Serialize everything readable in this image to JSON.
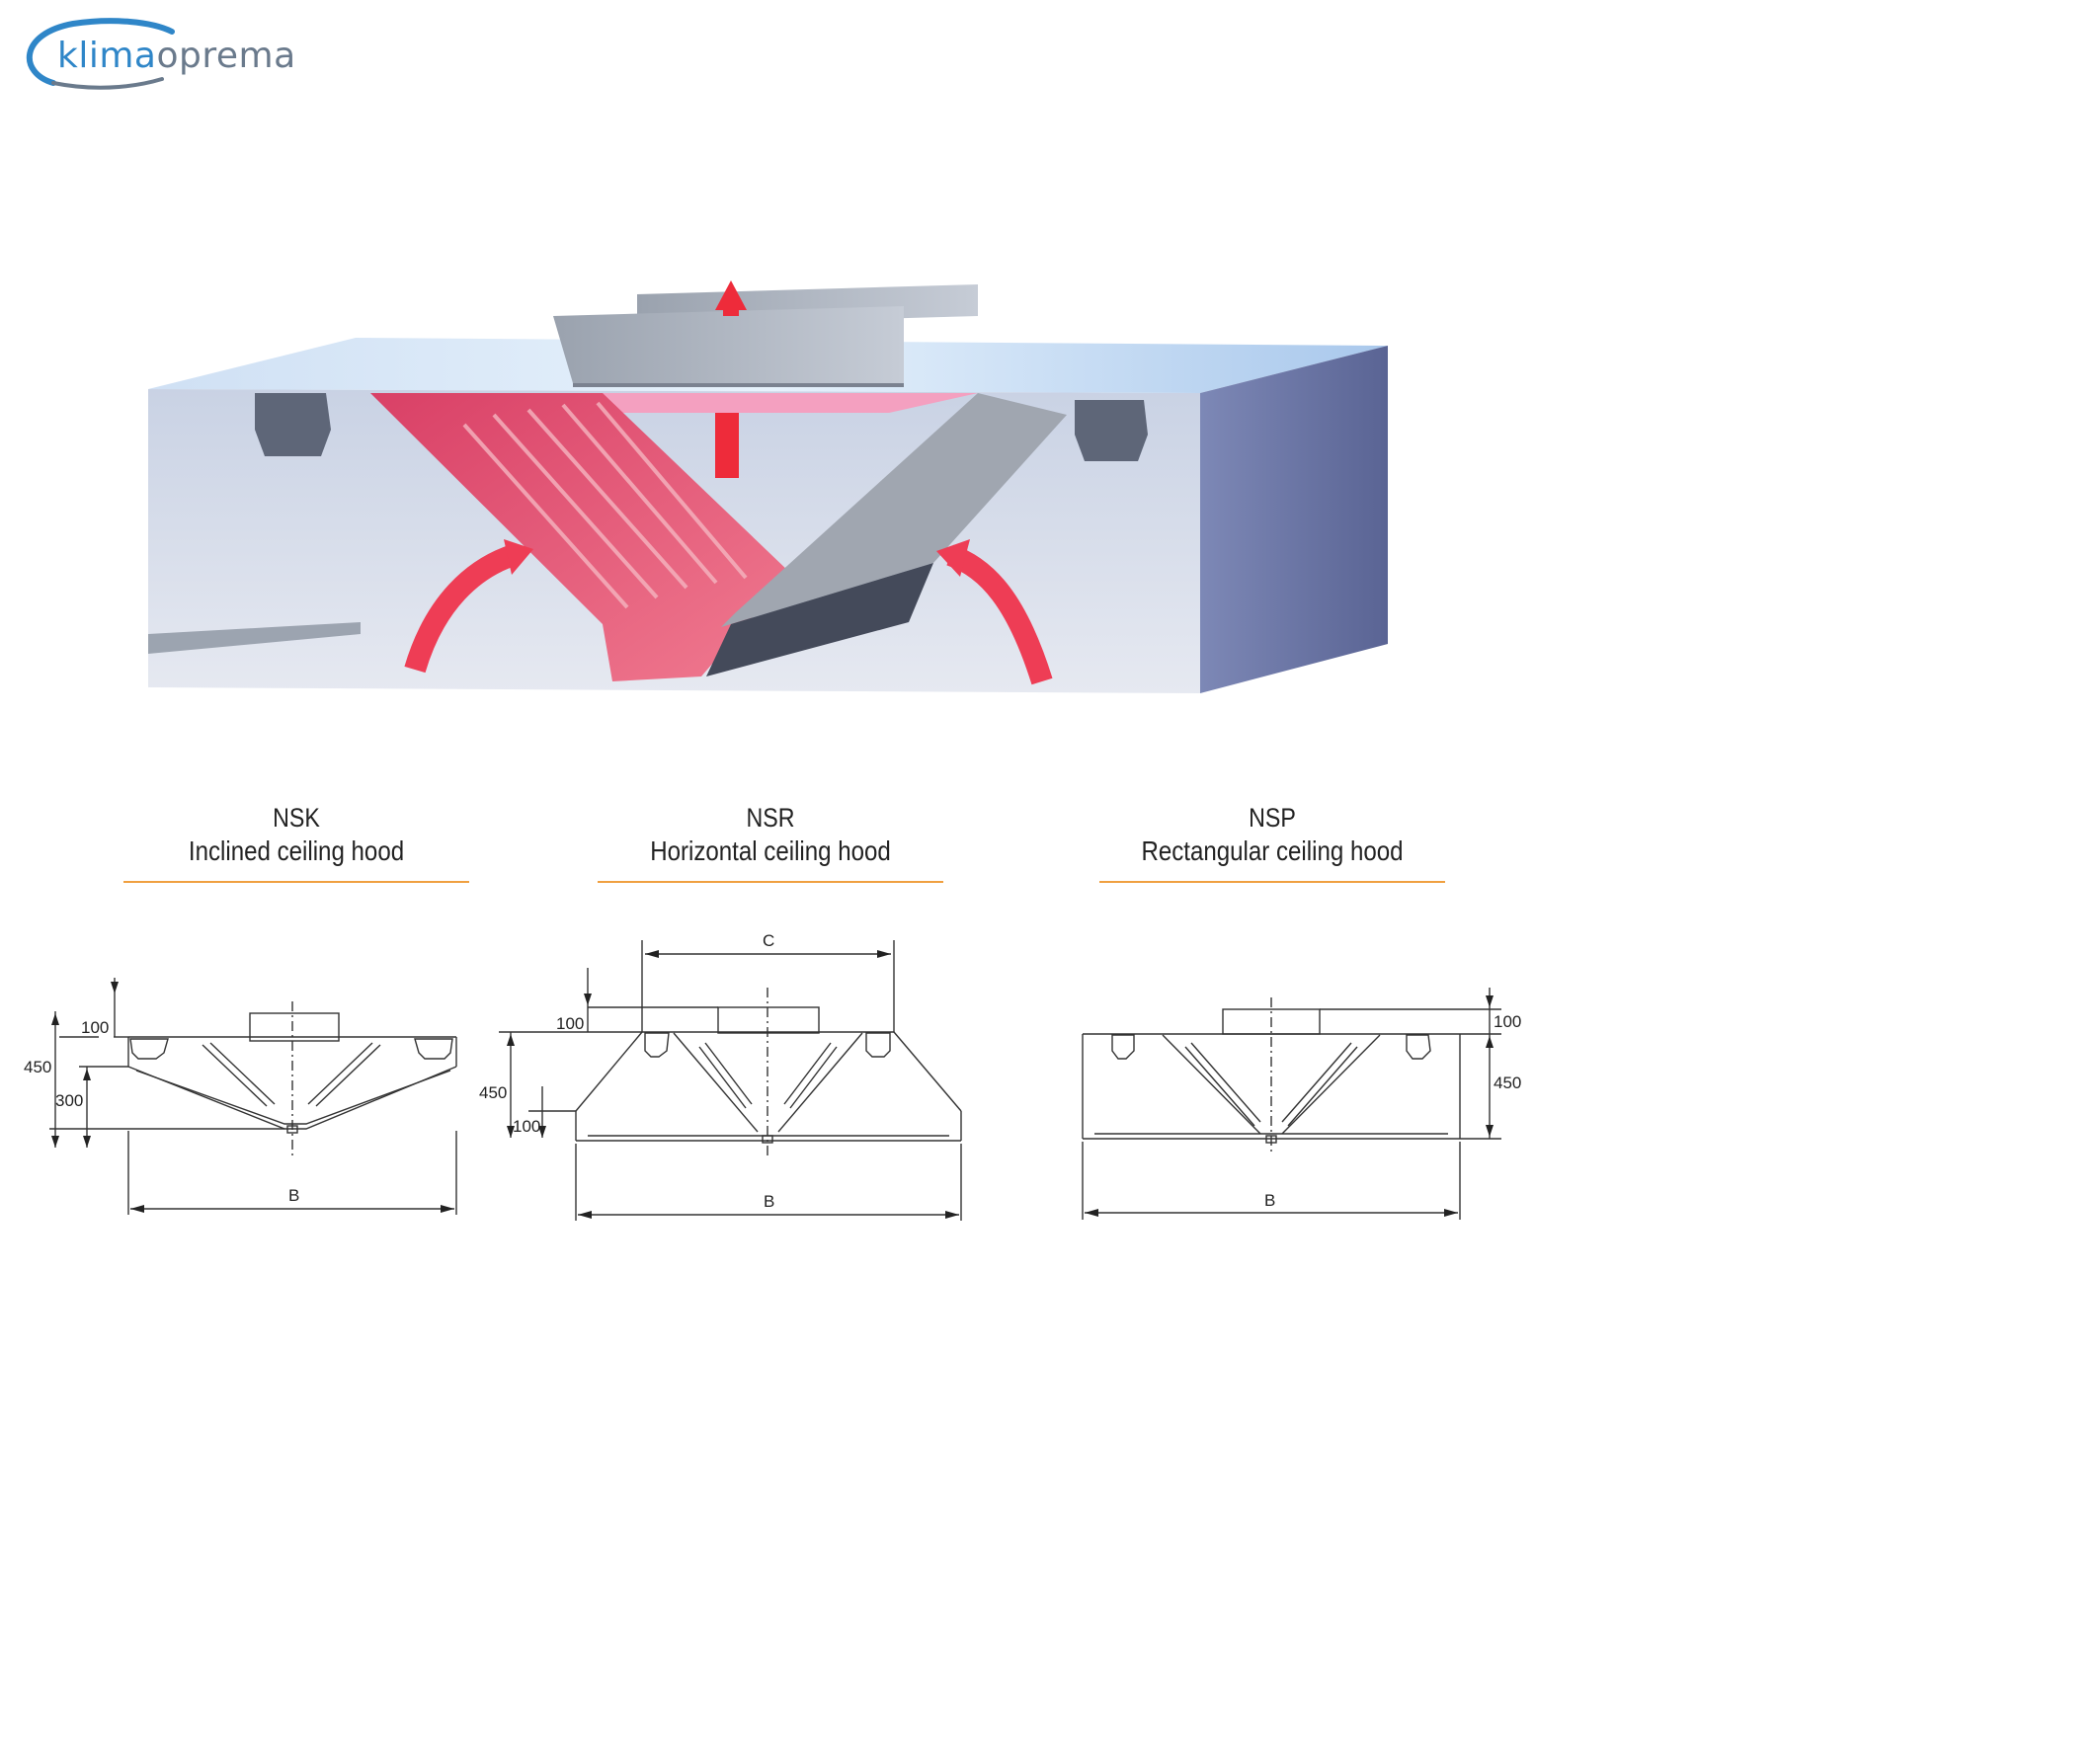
{
  "brand": {
    "part1": "klima",
    "part2": "oprema",
    "color_primary": "#2f86c8",
    "color_secondary": "#6a7a8c"
  },
  "accent_color": "#f0a040",
  "hoods": [
    {
      "code": "NSK",
      "name": "Inclined ceiling hood",
      "dims": {
        "d100": "100",
        "d450": "450",
        "d300": "300",
        "dB": "B"
      }
    },
    {
      "code": "NSR",
      "name": "Horizontal ceiling hood",
      "dims": {
        "dC": "C",
        "d100a": "100",
        "d450": "450",
        "d100b": "100",
        "dB": "B"
      }
    },
    {
      "code": "NSP",
      "name": "Rectangular ceiling hood",
      "dims": {
        "d100": "100",
        "d450": "450",
        "dB": "B"
      }
    }
  ]
}
